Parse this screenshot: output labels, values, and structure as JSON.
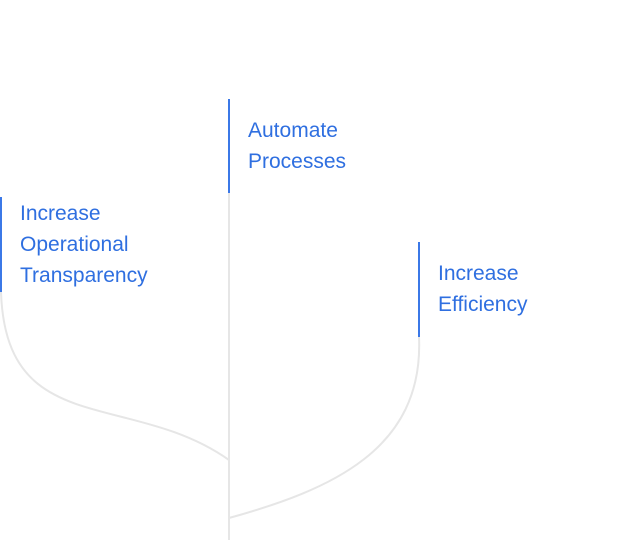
{
  "diagram": {
    "goals": [
      {
        "lines": [
          "Automate",
          "Processes"
        ]
      },
      {
        "lines": [
          "Increase",
          "Operational",
          "Transparency"
        ]
      },
      {
        "lines": [
          "Increase",
          "Efficiency"
        ]
      }
    ],
    "colors": {
      "accent": "#2f6fe0",
      "accent_bar": "#3b78e7",
      "branch_line": "#e6e6e6"
    }
  }
}
